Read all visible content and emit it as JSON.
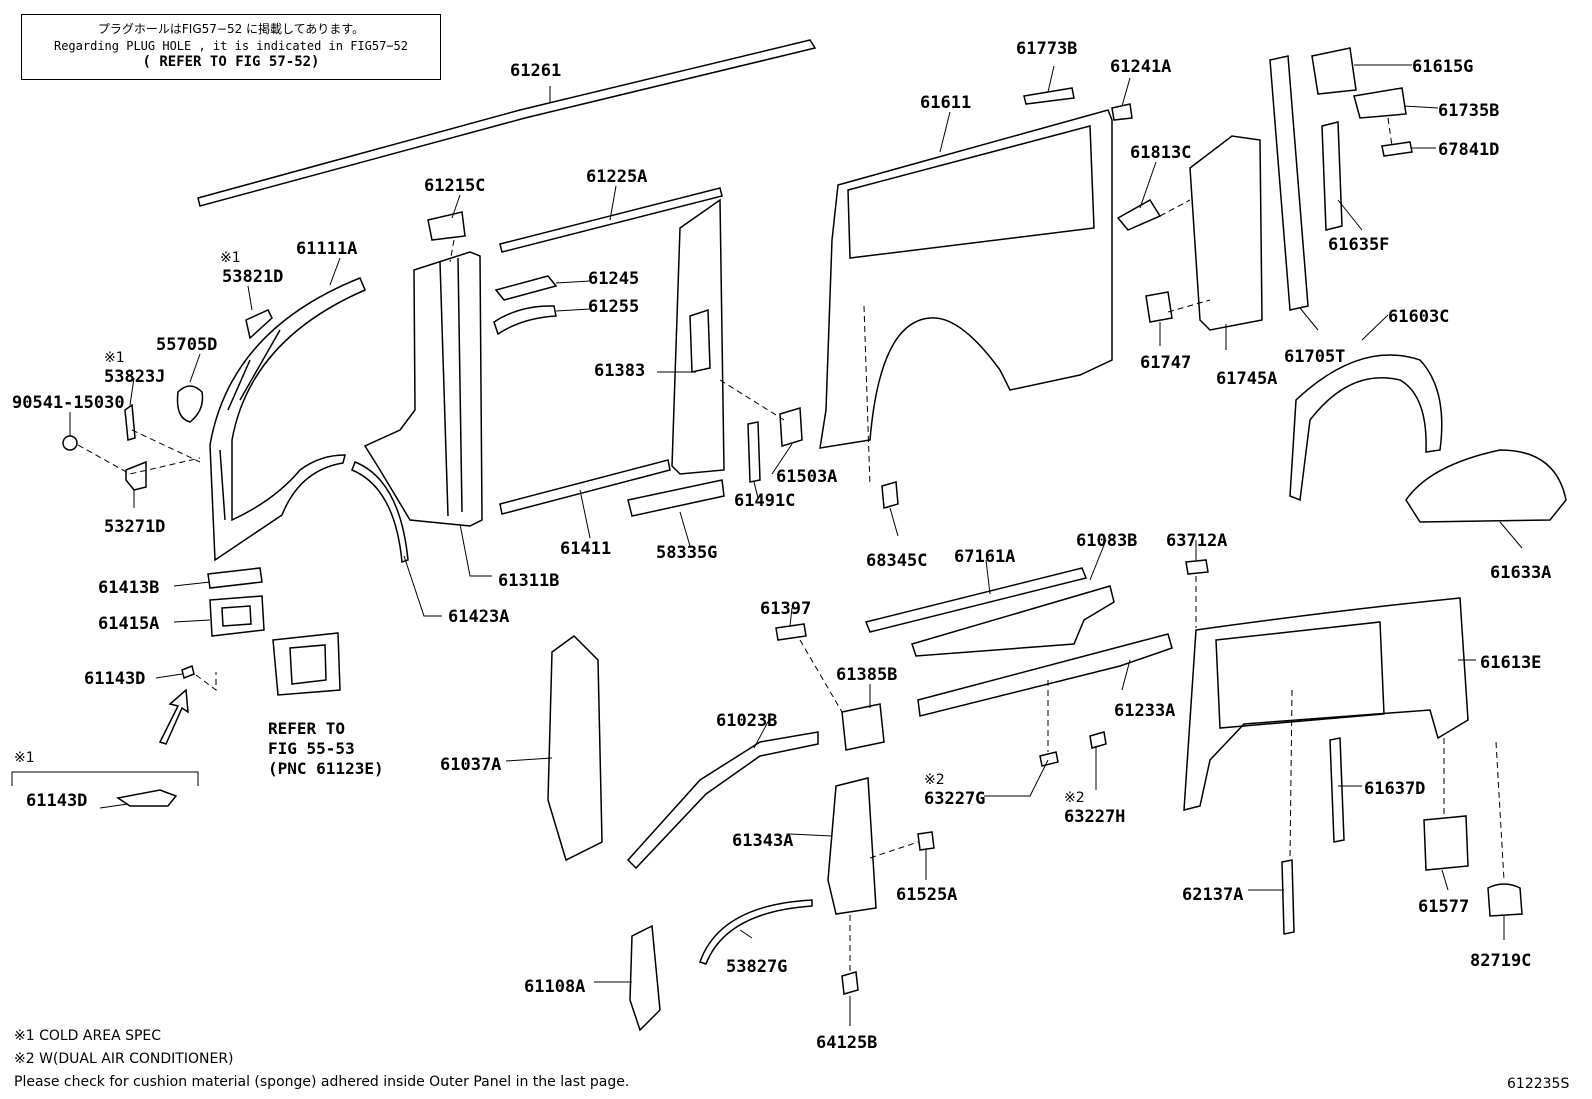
{
  "note": {
    "jp": "プラグホールはFIG57−52 に掲載してあります。",
    "en": "Regarding PLUG HOLE , it is indicated in FIG57−52",
    "ref": "( REFER TO FIG 57-52)"
  },
  "parts": {
    "p61261": "61261",
    "p61215C": "61215C",
    "p61225A": "61225A",
    "p53821D": "53821D",
    "p61111A": "61111A",
    "p55705D": "55705D",
    "p53823J": "53823J",
    "p90541": "90541-15030",
    "p53271D": "53271D",
    "p61245": "61245",
    "p61255": "61255",
    "p61383": "61383",
    "p61503A": "61503A",
    "p61491C": "61491C",
    "p61411": "61411",
    "p58335G": "58335G",
    "p61311B": "61311B",
    "p61423A": "61423A",
    "p61413B": "61413B",
    "p61415A": "61415A",
    "p61143D": "61143D",
    "p61143D2": "61143D",
    "p61611": "61611",
    "p61773B": "61773B",
    "p61241A": "61241A",
    "p61813C": "61813C",
    "p61747": "61747",
    "p61745A": "61745A",
    "p61705T": "61705T",
    "p61615G": "61615G",
    "p61735B": "61735B",
    "p67841D": "67841D",
    "p61635F": "61635F",
    "p61603C": "61603C",
    "p61633A": "61633A",
    "p68345C": "68345C",
    "p67161A": "67161A",
    "p61083B": "61083B",
    "p63712A": "63712A",
    "p61397": "61397",
    "p61385B": "61385B",
    "p61233A": "61233A",
    "p61613E": "61613E",
    "p61023B": "61023B",
    "p61037A": "61037A",
    "p63227G": "63227G",
    "p63227H": "63227H",
    "p61343A": "61343A",
    "p61525A": "61525A",
    "p61637D": "61637D",
    "p62137A": "62137A",
    "p61577": "61577",
    "p82719C": "82719C",
    "p53827G": "53827G",
    "p61108A": "61108A",
    "p64125B": "64125B"
  },
  "refer_fig": [
    "REFER TO",
    "FIG 55-53",
    "(PNC 61123E)"
  ],
  "marks": {
    "m1": "※1",
    "m2": "※2"
  },
  "footnotes": {
    "n1": "※1 COLD AREA SPEC",
    "n2": "※2 W(DUAL AIR CONDITIONER)",
    "n3": "Please check for cushion material (sponge) adhered inside Outer Panel in the last page."
  },
  "figure_code": "612235S"
}
